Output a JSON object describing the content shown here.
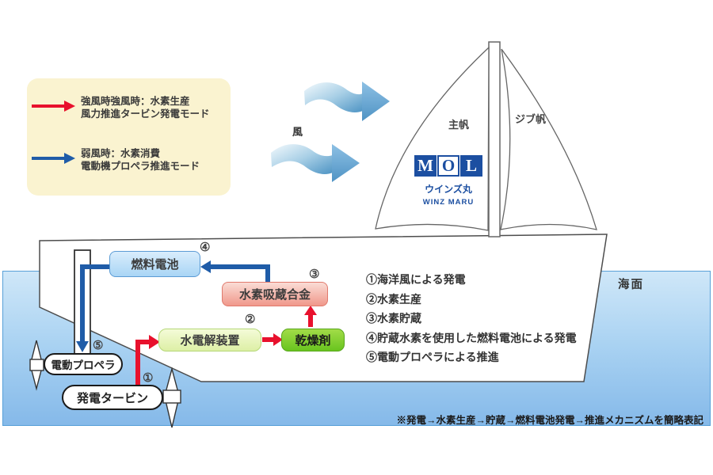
{
  "legend": {
    "strong_wind": {
      "line1": "強風時強風時：水素生産",
      "line2": "風力推進タービン発電モード",
      "arrow_color": "#e8112d"
    },
    "weak_wind": {
      "line1": "弱風時：水素消費",
      "line2": "電動機プロペラ推進モード",
      "arrow_color": "#1f5ca8"
    }
  },
  "wind_label": "風",
  "boat": {
    "main_sail_label": "主帆",
    "jib_sail_label": "ジブ帆",
    "logo": {
      "letters": [
        "M",
        "O",
        "L"
      ],
      "ship_name_jp": "ウインズ丸",
      "ship_name_en": "WINZ MARU",
      "brand_color": "#1c4fa1"
    }
  },
  "flow": {
    "fuel_cell": "燃料電池",
    "hydrogen_alloy": "水素吸蔵合金",
    "electrolyzer": "水電解装置",
    "desiccant": "乾燥剤",
    "motor_propeller": "電動プロペラ",
    "turbine": "発電タービン",
    "step_markers": {
      "s1": "①",
      "s2": "②",
      "s3": "③",
      "s4": "④",
      "s5": "⑤"
    }
  },
  "process_list": {
    "items": [
      "①海洋風による発電",
      "②水素生産",
      "③水素貯蔵",
      "④貯蔵水素を使用した燃料電池による発電",
      "⑤電動プロペラによる推進"
    ]
  },
  "sea_label": "海面",
  "footnote": "※発電→水素生産→貯蔵→燃料電池発電→推進メカニズムを簡略表記",
  "colors": {
    "red_arrow": "#e8112d",
    "blue_arrow": "#1f5ca8",
    "water_top": "#cfe7f8",
    "water_bottom": "#85b9e9",
    "water_border": "#58a0d8",
    "legend_bg": "#faf3d0",
    "fuel_cell_fill": "#a9d5f5",
    "alloy_fill": "#f0988b",
    "electrolyzer_fill": "#ddefa5",
    "desiccant_fill": "#69c41f",
    "brand_blue": "#1c4fa1"
  }
}
